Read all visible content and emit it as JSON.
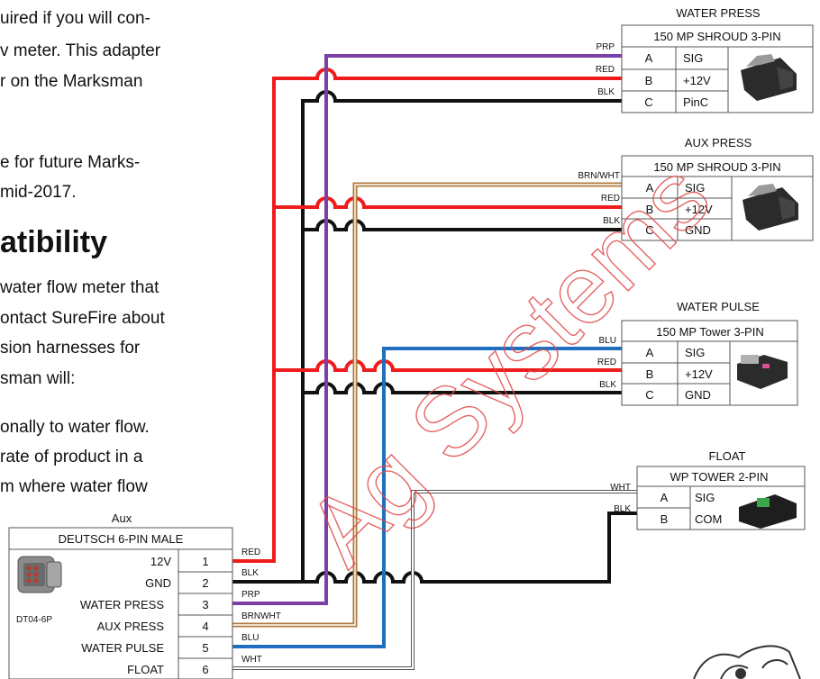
{
  "body_text": [
    "uired if you will con-",
    "v meter.  This adapter",
    "r on the Marksman",
    "e for future Marks-",
    "mid-2017.",
    "water flow meter that",
    "ontact SureFire about",
    "sion harnesses for",
    "sman will:",
    "onally to water flow.",
    "rate of product in a",
    "m where water flow"
  ],
  "heading": "atibility",
  "watermark": "Ag Systems",
  "aux_connector": {
    "title": "Aux",
    "subtitle": "DEUTSCH 6-PIN MALE",
    "part": "DT04-6P",
    "pins": [
      {
        "label": "12V",
        "pin": "1",
        "wire": "RED"
      },
      {
        "label": "GND",
        "pin": "2",
        "wire": "BLK"
      },
      {
        "label": "WATER PRESS",
        "pin": "3",
        "wire": "PRP"
      },
      {
        "label": "AUX PRESS",
        "pin": "4",
        "wire": "BRNWHT"
      },
      {
        "label": "WATER PULSE",
        "pin": "5",
        "wire": "BLU"
      },
      {
        "label": "FLOAT",
        "pin": "6",
        "wire": "WHT"
      }
    ]
  },
  "connectors": [
    {
      "id": "water-press",
      "title": "WATER PRESS",
      "subtitle": "150 MP SHROUD 3-PIN",
      "rows": [
        {
          "pin": "A",
          "signal": "SIG",
          "wire": "PRP"
        },
        {
          "pin": "B",
          "signal": "+12V",
          "wire": "RED"
        },
        {
          "pin": "C",
          "signal": "PinC",
          "wire": "BLK"
        }
      ]
    },
    {
      "id": "aux-press",
      "title": "AUX PRESS",
      "subtitle": "150 MP SHROUD 3-PIN",
      "rows": [
        {
          "pin": "A",
          "signal": "SIG",
          "wire": "BRN/WHT"
        },
        {
          "pin": "B",
          "signal": "+12V",
          "wire": "RED"
        },
        {
          "pin": "C",
          "signal": "GND",
          "wire": "BLK"
        }
      ]
    },
    {
      "id": "water-pulse",
      "title": "WATER PULSE",
      "subtitle": "150 MP Tower 3-PIN",
      "rows": [
        {
          "pin": "A",
          "signal": "SIG",
          "wire": "BLU"
        },
        {
          "pin": "B",
          "signal": "+12V",
          "wire": "RED"
        },
        {
          "pin": "C",
          "signal": "GND",
          "wire": "BLK"
        }
      ]
    },
    {
      "id": "float",
      "title": "FLOAT",
      "subtitle": "WP TOWER 2-PIN",
      "rows": [
        {
          "pin": "A",
          "signal": "SIG",
          "wire": "WHT"
        },
        {
          "pin": "B",
          "signal": "COM",
          "wire": "BLK"
        }
      ]
    }
  ],
  "colors": {
    "red": "#ee1c1c",
    "black": "#111111",
    "purple": "#7b3fa8",
    "brown": "#b07a3c",
    "blue": "#1f6fc0",
    "white": "#ffffff"
  }
}
